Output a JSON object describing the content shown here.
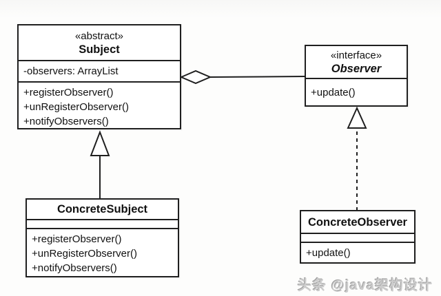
{
  "diagram": {
    "type": "uml-class-diagram",
    "pattern": "Observer",
    "colors": {
      "box_border": "#1f1f1f",
      "box_fill": "#ffffff",
      "text": "#111111",
      "watermark": "#cccccc"
    },
    "classes": {
      "subject": {
        "stereotype": "«abstract»",
        "name": "Subject",
        "attributes": {
          "0": "-observers: ArrayList"
        },
        "methods": {
          "0": "+registerObserver()",
          "1": "+unRegisterObserver()",
          "2": "+notifyObservers()"
        }
      },
      "observer": {
        "stereotype": "«interface»",
        "name": "Observer",
        "methods": {
          "0": "+update()"
        }
      },
      "concrete_subject": {
        "name": "ConcreteSubject",
        "methods": {
          "0": "+registerObserver()",
          "1": "+unRegisterObserver()",
          "2": "+notifyObservers()"
        }
      },
      "concrete_observer": {
        "name": "ConcreteObserver",
        "methods": {
          "0": "+update()"
        }
      }
    },
    "relationships": {
      "0": {
        "type": "aggregation",
        "from": "Subject",
        "to": "Observer",
        "line": "solid",
        "marker": "hollow-diamond"
      },
      "1": {
        "type": "generalization",
        "from": "ConcreteSubject",
        "to": "Subject",
        "line": "solid",
        "marker": "hollow-triangle"
      },
      "2": {
        "type": "realization",
        "from": "ConcreteObserver",
        "to": "Observer",
        "line": "dashed",
        "marker": "hollow-triangle"
      }
    },
    "watermark": "头条 @java架构设计"
  }
}
